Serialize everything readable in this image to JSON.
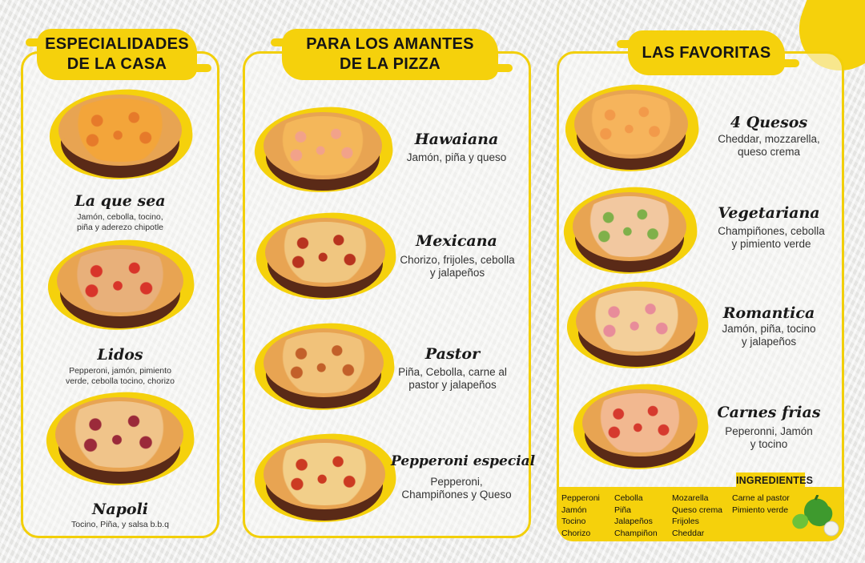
{
  "sections": {
    "especialidades": {
      "title": "ESPECIALIDADES\nDE LA CASA"
    },
    "amantes": {
      "title": "PARA LOS  AMANTES\nDE LA PIZZA"
    },
    "favoritas": {
      "title": "LAS FAVORITAS"
    }
  },
  "pizzas": [
    {
      "name": "La que sea",
      "desc": "Jamón, cebolla, tocino,\npiña y aderezo chipotle",
      "topping": "#e67a2a",
      "base": "#f3a53a"
    },
    {
      "name": "Lidos",
      "desc": "Pepperoni, jamón, pimiento\nverde, cebolla tocino, chorizo",
      "topping": "#d8352a",
      "base": "#e8b07a"
    },
    {
      "name": "Napoli",
      "desc": "Tocino, Piña, y salsa b.b.q",
      "topping": "#9b2a3a",
      "base": "#f0c48a"
    },
    {
      "name": "Hawaiana",
      "desc": "Jamón, piña y queso",
      "topping": "#f2a28a",
      "base": "#f4b75a"
    },
    {
      "name": "Mexicana",
      "desc": "Chorizo, frijoles, cebolla\ny jalapeños",
      "topping": "#b8331f",
      "base": "#f0c680"
    },
    {
      "name": "Pastor",
      "desc": "Piña, Cebolla, carne al\npastor y jalapeños",
      "topping": "#c2602a",
      "base": "#f1c27a"
    },
    {
      "name": "Pepperoni especial",
      "desc": "Pepperoni,\nChampiñones y Queso",
      "topping": "#cc3a22",
      "base": "#f2cf8a"
    },
    {
      "name": "4 Quesos",
      "desc": "Cheddar, mozzarella,\nqueso crema",
      "topping": "#f29a4a",
      "base": "#f6b45c"
    },
    {
      "name": "Vegetariana",
      "desc": "Champiñones, cebolla\ny pimiento verde",
      "topping": "#7fb04a",
      "base": "#f2c8a0"
    },
    {
      "name": "Romantica",
      "desc": "Jamón, piña, tocino\ny jalapeños",
      "topping": "#e88c9a",
      "base": "#f3cf9a"
    },
    {
      "name": "Carnes frias",
      "desc": "Peperonni, Jamón\ny tocino",
      "topping": "#d63a2e",
      "base": "#f2b890"
    }
  ],
  "ingredients": {
    "title": "INGREDIENTES",
    "col1": [
      "Pepperoni",
      "Jamón",
      "Tocino",
      "Chorizo"
    ],
    "col2": [
      "Cebolla",
      "Piña",
      "Jalapeños",
      "Champiñon"
    ],
    "col3": [
      "Mozarella",
      "Queso crema",
      "Frijoles",
      "Cheddar"
    ],
    "col4": [
      "Carne al pastor",
      "Pimiento verde"
    ]
  },
  "colors": {
    "accent": "#f5d10c",
    "board": "#5a2a17",
    "text": "#1a1a1a"
  }
}
